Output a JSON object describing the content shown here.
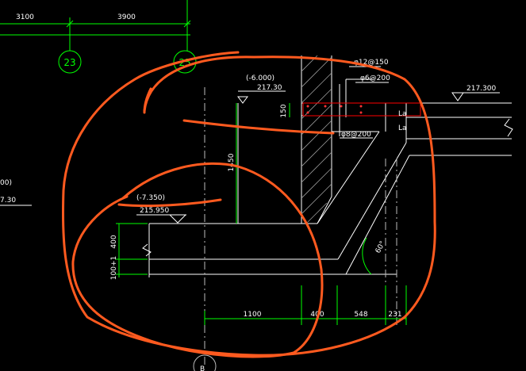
{
  "dims": {
    "top_left": "3100",
    "top_right": "3900",
    "bottom_1": "1100",
    "bottom_2": "400",
    "bottom_3": "548",
    "bottom_4": "231",
    "vertical_1450": "1450",
    "vertical_400": "400",
    "vertical_100": "100+1",
    "v150": "150"
  },
  "axes": {
    "a23": "23",
    "a25": "25",
    "aB": "B"
  },
  "elevations": {
    "e_m6000": "(-6.000)",
    "e_21730_top": "217.30",
    "e_21730_right": "217.300",
    "e_m7350": "(-7.350)",
    "e_215950": "215.950",
    "left_partial_top": "00)",
    "left_partial_bottom": "7.30"
  },
  "rebar": {
    "r1": "φ12@150",
    "r2": "φ6@200",
    "r3": "φ8@200",
    "la1": "La",
    "la2": "La"
  },
  "angle": "60°",
  "colors": {
    "background": "#000000",
    "lines": "#ffffff",
    "dim": "#00ff00",
    "markup": "#ff5a1f",
    "rebar": "#ff0000",
    "dash": "#bbbbbb"
  }
}
